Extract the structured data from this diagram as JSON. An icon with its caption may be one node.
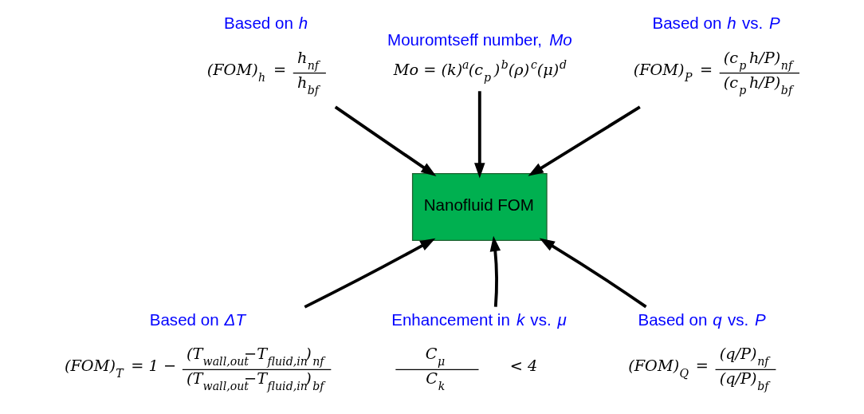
{
  "diagram": {
    "nodes": [
      {
        "text": [
          "Based on *h*",
          "(FOM)$_{h}$ =",
          "h$_{nf}$",
          "h$_{bf}$"
        ]
      },
      {
        "text": [
          "Mouromtseff number, *Mo*",
          "Mo = (k)$^{a}$(c$_{p}$)$^{b}$(ρ)$^{c}$(μ)$^{d}$"
        ]
      },
      {
        "text": [
          "Based on *h* vs. *P*",
          "(FOM)$_{P}$ =",
          "(c$_{p}$h/P)$_{nf}$",
          "(c$_{p}$h/P)$_{bf}$"
        ]
      },
      {
        "text": [
          "Nanofluid FOM"
        ]
      },
      {
        "text": [
          "Based on *ΔT*",
          "(FOM)$_{T}$ = 1 −",
          "(T$_{wall,out}$−T$_{fluid,in}$)$_{nf}$",
          "(T$_{wall,out}$−T$_{fluid,in}$)$_{bf}$"
        ]
      },
      {
        "text": [
          "Enhancement in *k* vs. *μ*",
          "C$_{μ}$",
          "C$_{k}$",
          "< 4"
        ]
      },
      {
        "text": [
          "Based on *q* vs. *P*",
          "(FOM)$_{Q}$ =",
          "(q/P)$_{nf}$",
          "(q/P)$_{bf}$"
        ]
      }
    ],
    "edges": [
      {
        "from": 0,
        "to": 3,
        "arrow": "to"
      },
      {
        "from": 1,
        "to": 3,
        "arrow": "to"
      },
      {
        "from": 2,
        "to": 3,
        "arrow": "to"
      },
      {
        "from": 4,
        "to": 3,
        "arrow": "to"
      },
      {
        "from": 5,
        "to": 3,
        "arrow": "to"
      },
      {
        "from": 6,
        "to": 3,
        "arrow": "to"
      }
    ]
  }
}
